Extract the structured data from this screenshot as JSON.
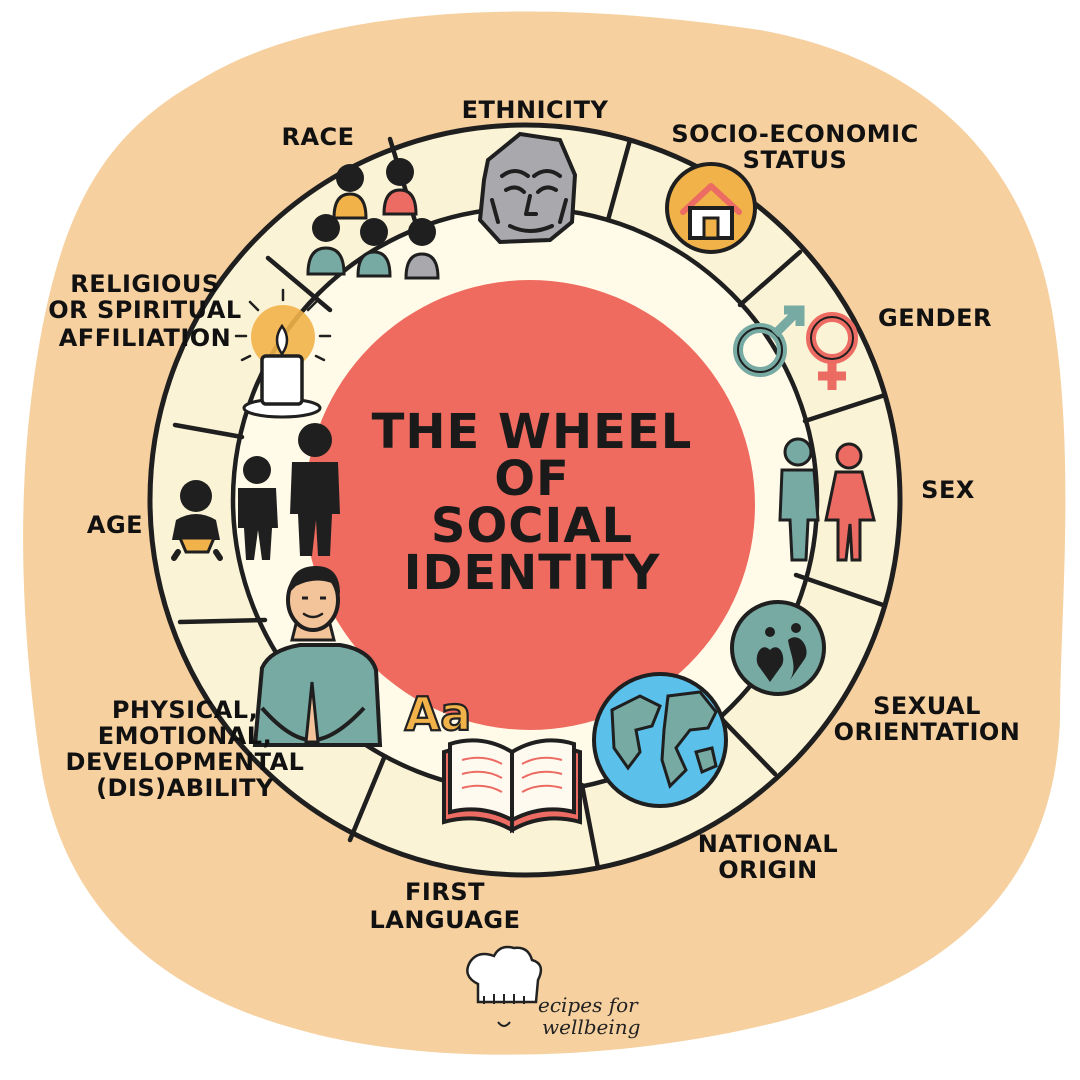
{
  "title_lines": [
    "THE WHEEL",
    "OF",
    "SOCIAL",
    "IDENTITY"
  ],
  "labels": {
    "ethnicity": [
      "ETHNICITY"
    ],
    "socio_economic_status": [
      "SOCIO-ECONOMIC",
      "STATUS"
    ],
    "gender": [
      "GENDER"
    ],
    "sex": [
      "SEX"
    ],
    "sexual_orientation": [
      "SEXUAL",
      "ORIENTATION"
    ],
    "national_origin": [
      "NATIONAL",
      "ORIGIN"
    ],
    "first_language": [
      "FIRST",
      "LANGUAGE"
    ],
    "disability": [
      "PHYSICAL,",
      "EMOTIONAL,",
      "DEVELOPMENTAL",
      "(DIS)ABILITY"
    ],
    "age": [
      "AGE"
    ],
    "religious_affiliation": [
      "RELIGIOUS",
      "OR SPIRITUAL",
      "AFFILIATION"
    ],
    "race": [
      "RACE"
    ]
  },
  "language_glyph": "Aa",
  "logo": {
    "line1": "ecipes for",
    "line2": "wellbeing"
  },
  "colors": {
    "background_blob": "#f6d09f",
    "outer_ring": "#fbf3d6",
    "center_circle": "#ef6b5f",
    "teal": "#76aaa3",
    "coral": "#ec6b62",
    "orange": "#f2b24a",
    "grey": "#a9a8ad",
    "ocean": "#5bc0ea"
  },
  "icons": [
    "ethnicity-mask-icon",
    "house-icon",
    "gender-symbols-icon",
    "man-woman-icon",
    "hearts-icon",
    "globe-icon",
    "book-icon",
    "person-praying-icon",
    "age-figures-icon",
    "candle-icon",
    "group-of-people-icon"
  ]
}
